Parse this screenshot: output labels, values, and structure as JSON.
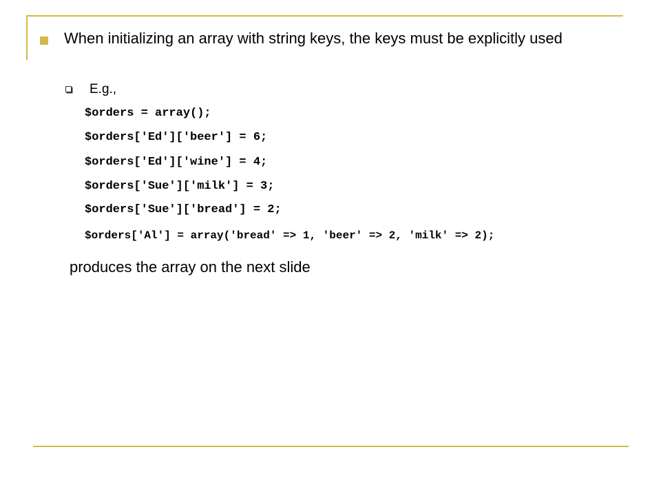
{
  "slide": {
    "bullet_text": "When initializing an array with string keys, the keys must be explicitly used",
    "sub_bullet_text": "E.g.,",
    "code_lines": [
      "$orders = array();",
      "$orders['Ed']['beer'] = 6;",
      "$orders['Ed']['wine'] = 4;",
      "$orders['Sue']['milk'] = 3;",
      "$orders['Sue']['bread'] = 2;",
      "$orders['Al'] = array('bread' => 1, 'beer' => 2, 'milk' => 2);"
    ],
    "trailer_text": "produces the array on the next slide"
  },
  "theme": {
    "accent_color": "#d4b94a",
    "text_color": "#000000",
    "background_color": "#ffffff"
  },
  "icons": {
    "main_bullet": "square-bullet-icon",
    "sub_bullet": "hollow-square-bullet-icon"
  }
}
